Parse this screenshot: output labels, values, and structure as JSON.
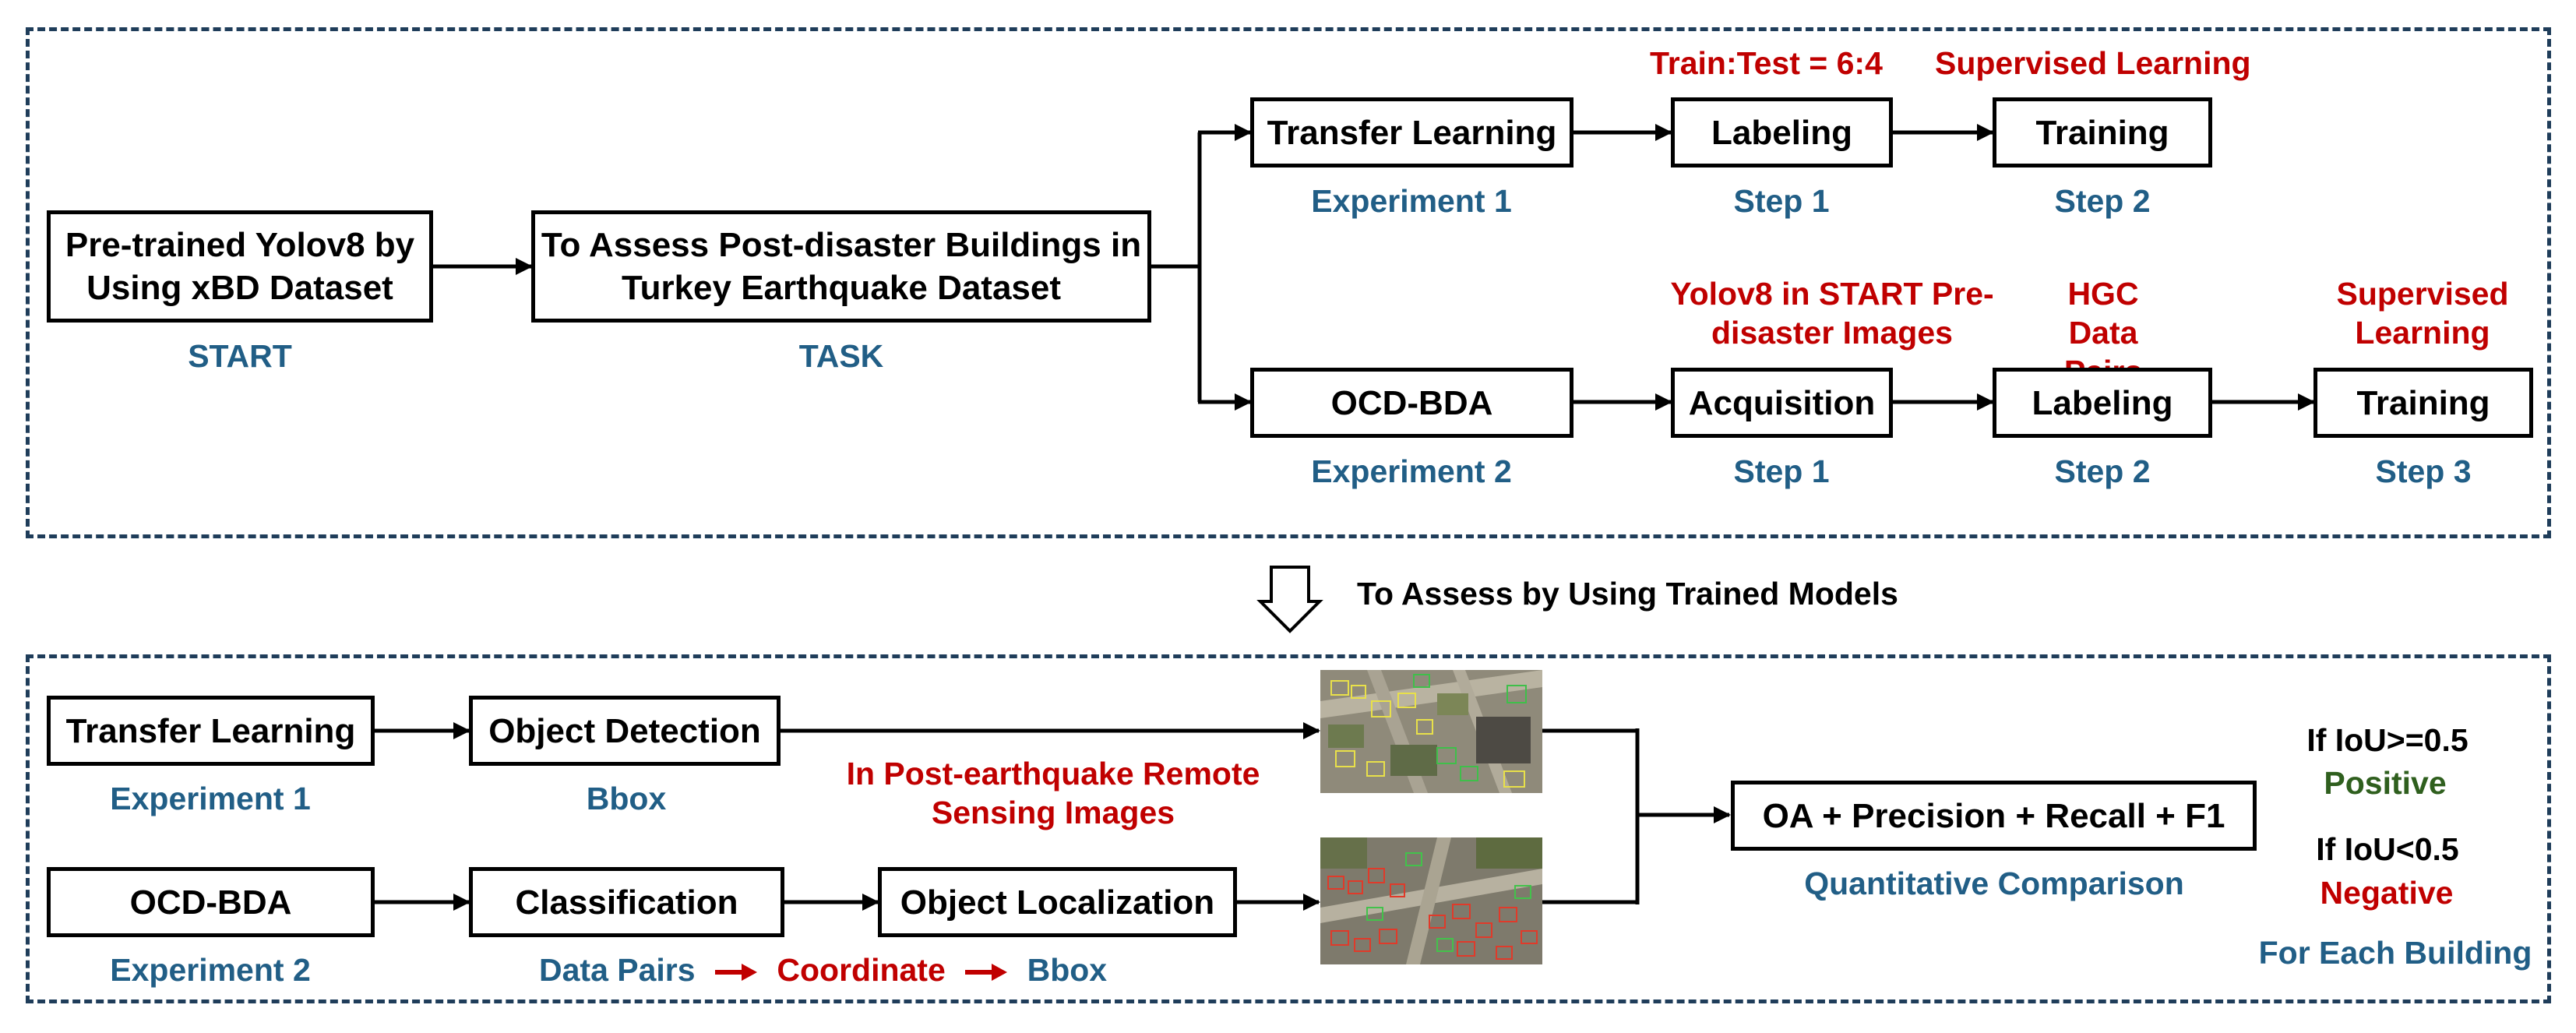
{
  "top_panel": {
    "start_box": "Pre-trained Yolov8 by Using xBD Dataset",
    "start_label": "START",
    "task_box": "To Assess Post-disaster Buildings in Turkey Earthquake Dataset",
    "task_label": "TASK",
    "exp1": {
      "box": "Transfer Learning",
      "label": "Experiment 1",
      "ratio_note": "Train:Test = 6:4",
      "supervised_note": "Supervised Learning",
      "step1_box": "Labeling",
      "step1_label": "Step 1",
      "step2_box": "Training",
      "step2_label": "Step 2"
    },
    "exp2": {
      "box": "OCD-BDA",
      "label": "Experiment 2",
      "step1_note": "Yolov8 in START Pre-disaster Images",
      "step1_box": "Acquisition",
      "step1_label": "Step 1",
      "step2_note": "HGC Data Pairs",
      "step2_box": "Labeling",
      "step2_label": "Step 2",
      "step3_note": "Supervised Learning",
      "step3_box": "Training",
      "step3_label": "Step 3"
    }
  },
  "transition_label": "To Assess by Using Trained Models",
  "bottom_panel": {
    "exp1_box": "Transfer Learning",
    "exp1_label": "Experiment 1",
    "detection_box": "Object Detection",
    "detection_label": "Bbox",
    "images_note": "In Post-earthquake Remote Sensing Images",
    "exp2_box": "OCD-BDA",
    "exp2_label": "Experiment 2",
    "classification_box": "Classification",
    "localization_box": "Object Localization",
    "chain": [
      "Data Pairs",
      "Coordinate",
      "Bbox"
    ],
    "metrics_box": "OA + Precision + Recall + F1",
    "metrics_label": "Quantitative Comparison",
    "iou_high": "If IoU>=0.5",
    "positive": "Positive",
    "iou_low": "If IoU<0.5",
    "negative": "Negative",
    "per_building": "For Each Building"
  },
  "colors": {
    "label_blue": "#215e86",
    "note_red": "#c00000",
    "positive_green": "#2f5f1e",
    "panel_border": "#1f3d5a"
  }
}
